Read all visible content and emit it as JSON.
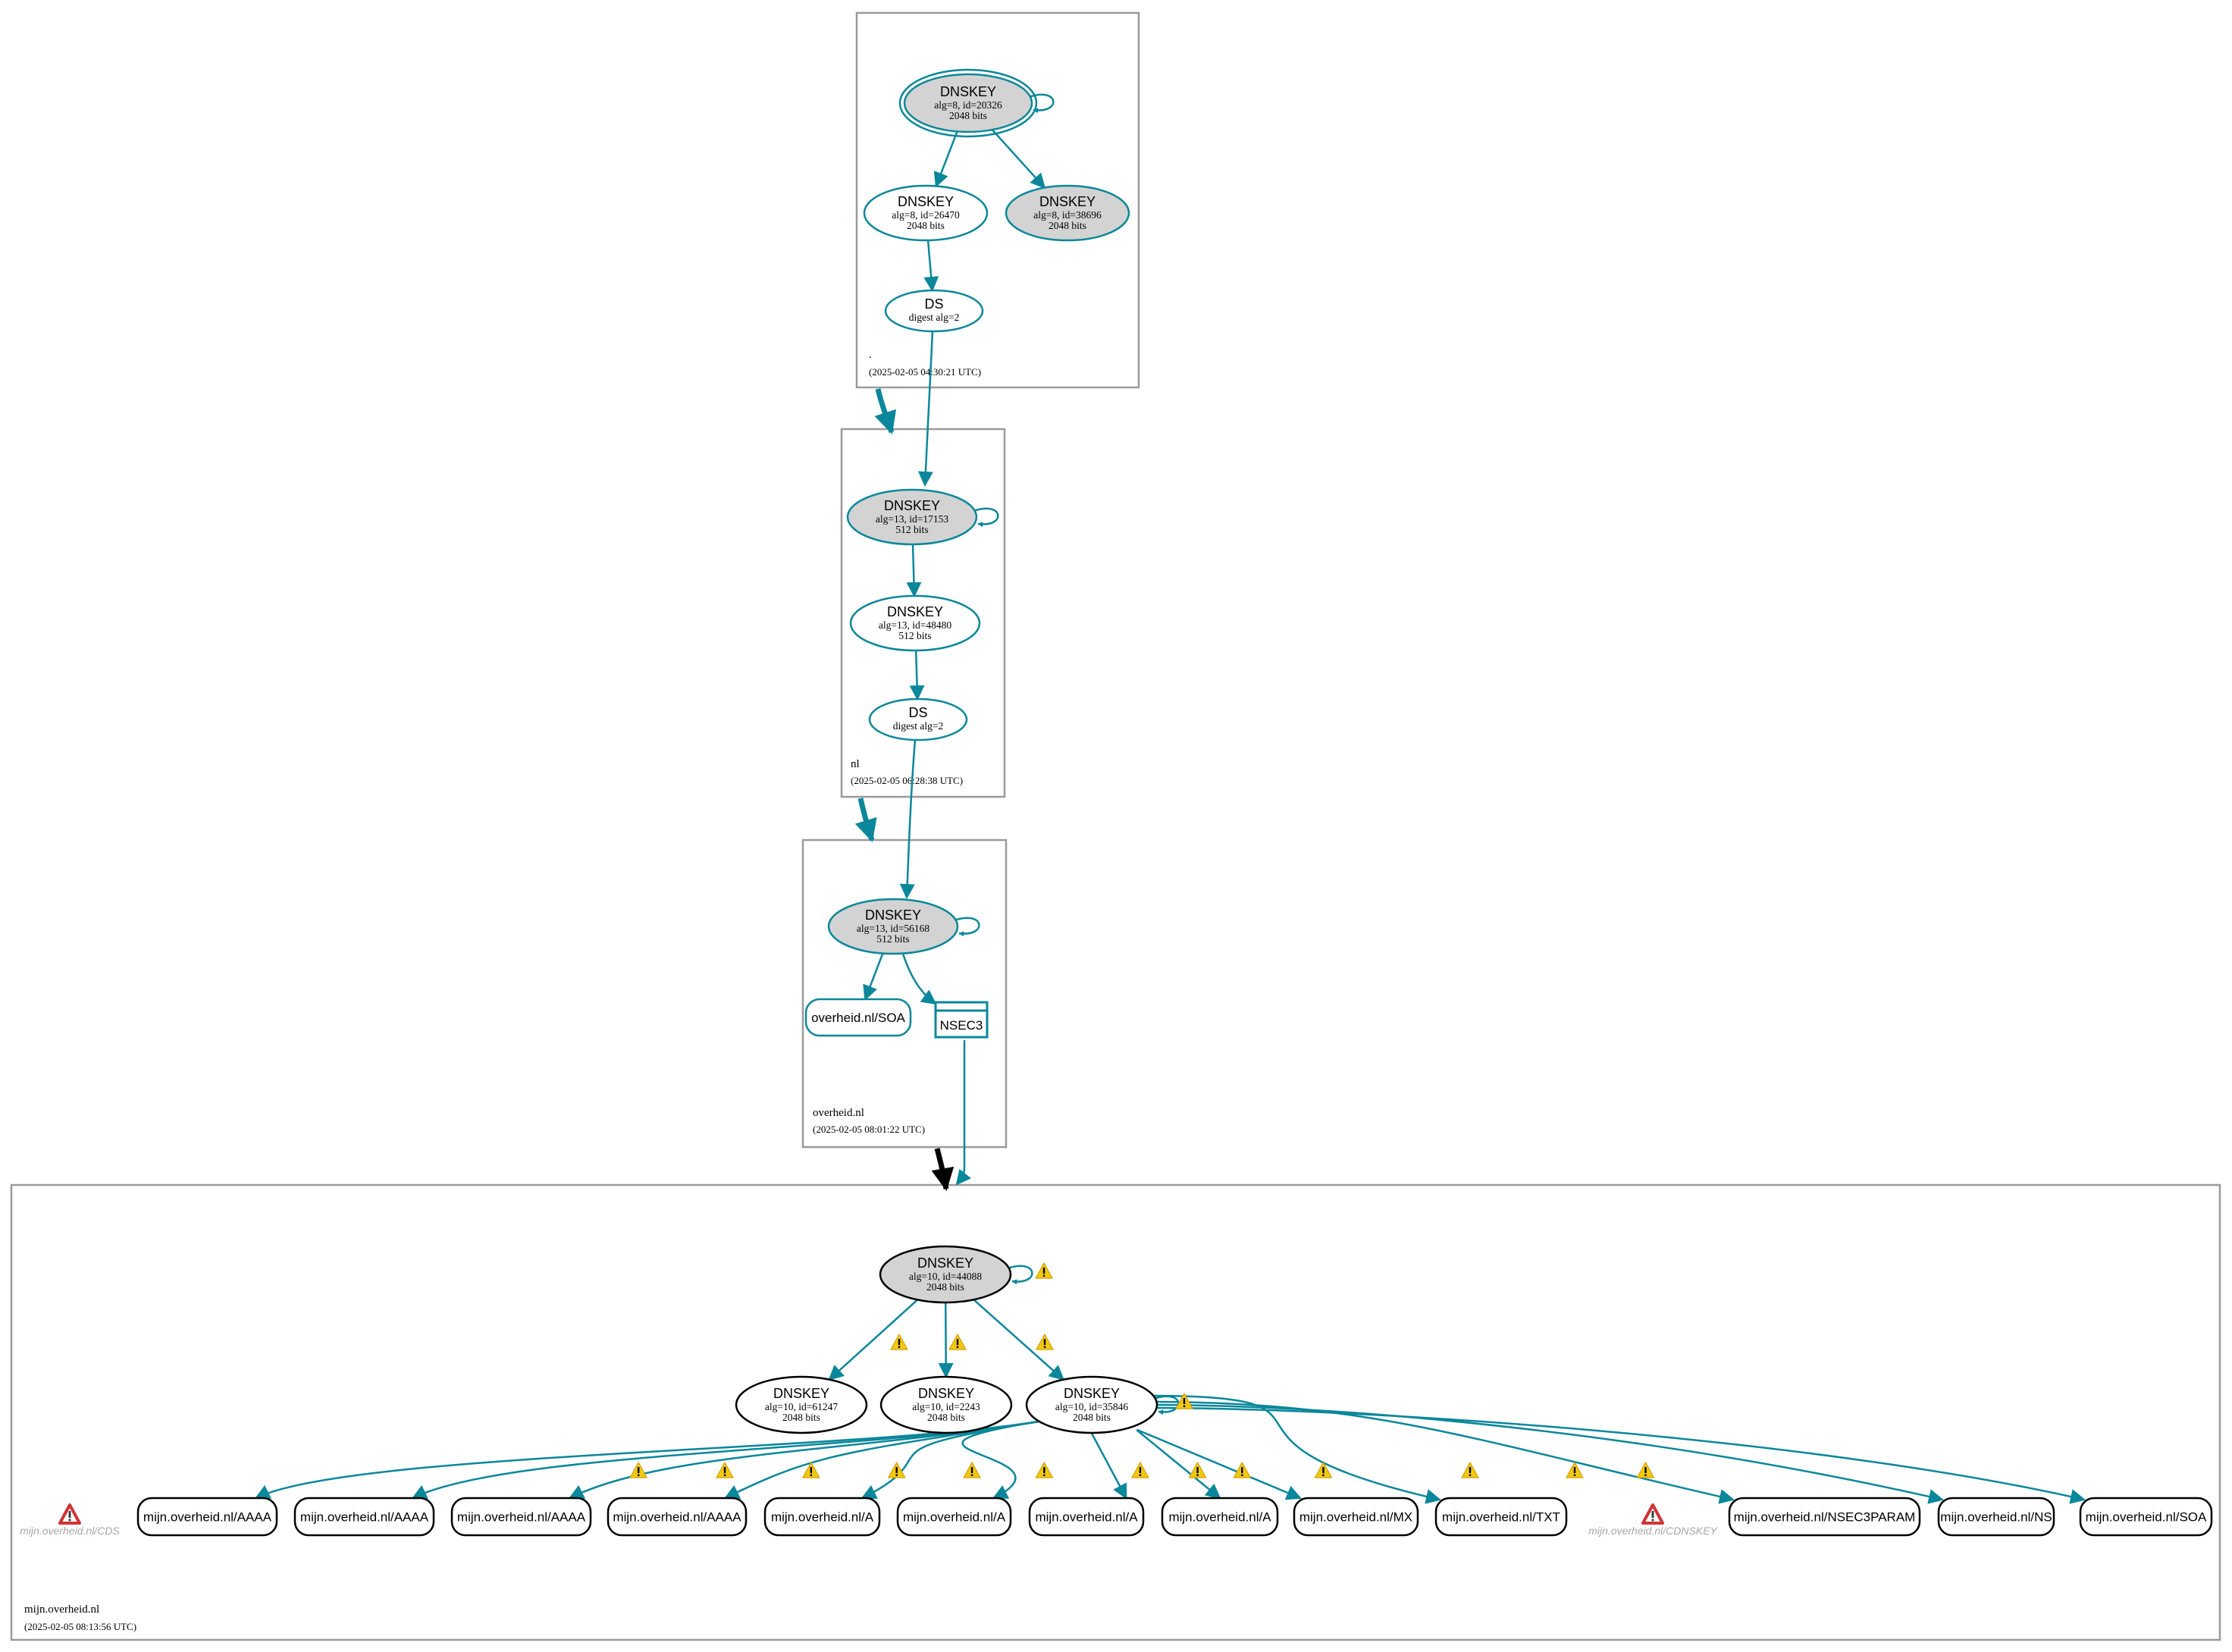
{
  "colors": {
    "edge": "#0a879a",
    "edge_delegation_insecure": "#000000",
    "ksk_fill": "#d3d3d3",
    "node_fill": "#ffffff",
    "secure_stroke": "#0a879a",
    "insecure_stroke": "#000000",
    "warning": "#f2c811",
    "error": "#d03434",
    "ghost_text": "#a8a8a8"
  },
  "zones": [
    {
      "id": "root",
      "name": ".",
      "timestamp": "(2025-02-05 04:30:21 UTC)",
      "nodes": [
        {
          "id": "root-ksk",
          "type": "DNSKEY",
          "title": "DNSKEY",
          "line1": "alg=8, id=20326",
          "line2": "2048 bits",
          "ksk": true,
          "trust_anchor": true,
          "self_signed": true
        },
        {
          "id": "root-zsk-26470",
          "type": "DNSKEY",
          "title": "DNSKEY",
          "line1": "alg=8, id=26470",
          "line2": "2048 bits",
          "ksk": false
        },
        {
          "id": "root-key-38696",
          "type": "DNSKEY",
          "title": "DNSKEY",
          "line1": "alg=8, id=38696",
          "line2": "2048 bits",
          "ksk": true
        },
        {
          "id": "root-ds",
          "type": "DS",
          "title": "DS",
          "line1": "digest alg=2"
        }
      ]
    },
    {
      "id": "nl",
      "name": "nl",
      "timestamp": "(2025-02-05 06:28:38 UTC)",
      "nodes": [
        {
          "id": "nl-ksk",
          "type": "DNSKEY",
          "title": "DNSKEY",
          "line1": "alg=13, id=17153",
          "line2": "512 bits",
          "ksk": true,
          "self_signed": true
        },
        {
          "id": "nl-zsk",
          "type": "DNSKEY",
          "title": "DNSKEY",
          "line1": "alg=13, id=48480",
          "line2": "512 bits",
          "ksk": false
        },
        {
          "id": "nl-ds",
          "type": "DS",
          "title": "DS",
          "line1": "digest alg=2"
        }
      ]
    },
    {
      "id": "overheid",
      "name": "overheid.nl",
      "timestamp": "(2025-02-05 08:01:22 UTC)",
      "nodes": [
        {
          "id": "ov-ksk",
          "type": "DNSKEY",
          "title": "DNSKEY",
          "line1": "alg=13, id=56168",
          "line2": "512 bits",
          "ksk": true,
          "self_signed": true
        },
        {
          "id": "ov-soa",
          "type": "RRset",
          "title": "overheid.nl/SOA"
        },
        {
          "id": "ov-nsec3",
          "type": "NSEC3",
          "title": "NSEC3"
        }
      ]
    },
    {
      "id": "mijn",
      "name": "mijn.overheid.nl",
      "timestamp": "(2025-02-05 08:13:56 UTC)",
      "nodes": [
        {
          "id": "mj-ksk",
          "type": "DNSKEY",
          "title": "DNSKEY",
          "line1": "alg=10, id=44088",
          "line2": "2048 bits",
          "ksk": true,
          "self_signed": true,
          "warning": true
        },
        {
          "id": "mj-61247",
          "type": "DNSKEY",
          "title": "DNSKEY",
          "line1": "alg=10, id=61247",
          "line2": "2048 bits"
        },
        {
          "id": "mj-2243",
          "type": "DNSKEY",
          "title": "DNSKEY",
          "line1": "alg=10, id=2243",
          "line2": "2048 bits"
        },
        {
          "id": "mj-35846",
          "type": "DNSKEY",
          "title": "DNSKEY",
          "line1": "alg=10, id=35846",
          "line2": "2048 bits",
          "self_signed": true,
          "warning": true
        }
      ],
      "records": [
        {
          "label": "mijn.overheid.nl/CDS",
          "kind": "ghost",
          "status": "error"
        },
        {
          "label": "mijn.overheid.nl/AAAA",
          "kind": "rrset",
          "warning": true
        },
        {
          "label": "mijn.overheid.nl/AAAA",
          "kind": "rrset",
          "warning": true
        },
        {
          "label": "mijn.overheid.nl/AAAA",
          "kind": "rrset",
          "warning": true
        },
        {
          "label": "mijn.overheid.nl/AAAA",
          "kind": "rrset",
          "warning": true
        },
        {
          "label": "mijn.overheid.nl/A",
          "kind": "rrset",
          "warning": true
        },
        {
          "label": "mijn.overheid.nl/A",
          "kind": "rrset",
          "warning": true
        },
        {
          "label": "mijn.overheid.nl/A",
          "kind": "rrset",
          "warning": true
        },
        {
          "label": "mijn.overheid.nl/A",
          "kind": "rrset",
          "warning": true
        },
        {
          "label": "mijn.overheid.nl/MX",
          "kind": "rrset",
          "warning": true
        },
        {
          "label": "mijn.overheid.nl/TXT",
          "kind": "rrset",
          "warning": true
        },
        {
          "label": "mijn.overheid.nl/CDNSKEY",
          "kind": "ghost",
          "status": "error"
        },
        {
          "label": "mijn.overheid.nl/NSEC3PARAM",
          "kind": "rrset",
          "warning": true
        },
        {
          "label": "mijn.overheid.nl/NS",
          "kind": "rrset",
          "warning": true
        },
        {
          "label": "mijn.overheid.nl/SOA",
          "kind": "rrset",
          "warning": true
        }
      ]
    }
  ],
  "edges": [
    {
      "from": "root-ksk",
      "to": "root-zsk-26470"
    },
    {
      "from": "root-ksk",
      "to": "root-key-38696"
    },
    {
      "from": "root-zsk-26470",
      "to": "root-ds"
    },
    {
      "from": "root-ds",
      "to": "nl-ksk"
    },
    {
      "from": "nl-ksk",
      "to": "nl-zsk"
    },
    {
      "from": "nl-zsk",
      "to": "nl-ds"
    },
    {
      "from": "nl-ds",
      "to": "ov-ksk"
    },
    {
      "from": "ov-ksk",
      "to": "ov-soa"
    },
    {
      "from": "ov-ksk",
      "to": "ov-nsec3"
    },
    {
      "from": "ov-nsec3",
      "to": "mijn-zone"
    },
    {
      "from": "mj-ksk",
      "to": "mj-61247",
      "warning": true
    },
    {
      "from": "mj-ksk",
      "to": "mj-2243",
      "warning": true
    },
    {
      "from": "mj-ksk",
      "to": "mj-35846",
      "warning": true
    }
  ],
  "delegations": [
    {
      "from": "root",
      "to": "nl",
      "status": "secure"
    },
    {
      "from": "nl",
      "to": "overheid",
      "status": "secure"
    },
    {
      "from": "overheid",
      "to": "mijn",
      "status": "insecure"
    }
  ]
}
